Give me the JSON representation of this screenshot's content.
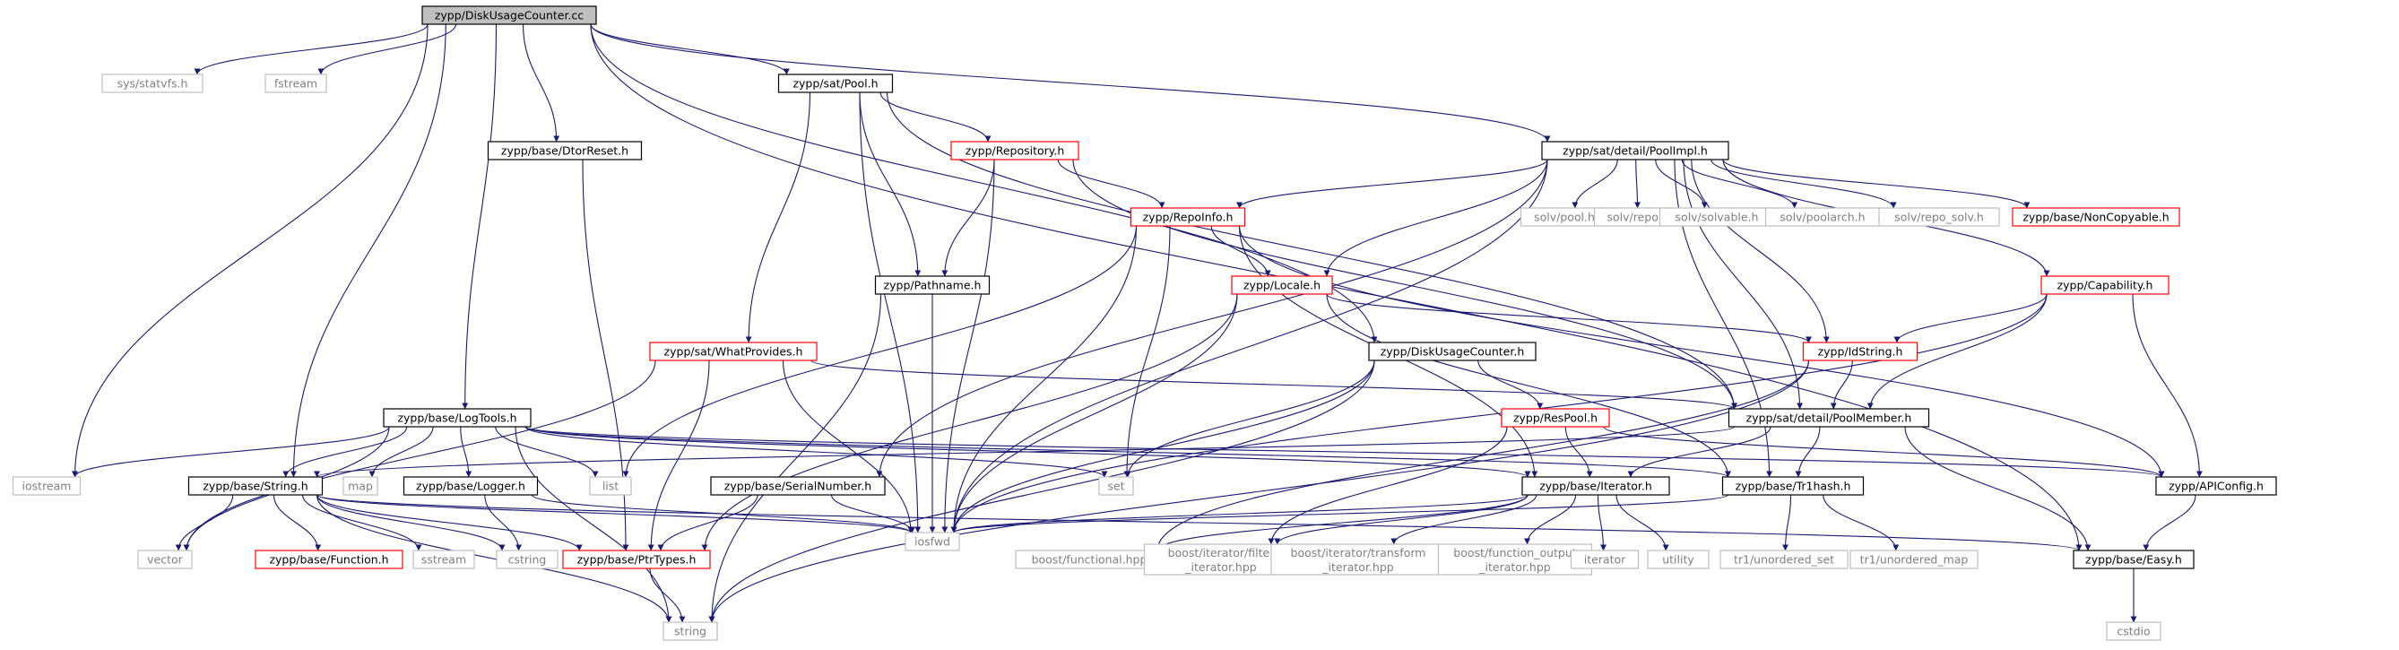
{
  "colors": {
    "root_fill": "#bfbfbf",
    "edge": "#191970",
    "link_border": "#000000",
    "truncated_border": "#ff0000",
    "external_border": "#bfbfbf",
    "external_text": "#7f7f7f",
    "text": "#000000"
  },
  "nodes": [
    {
      "id": "root",
      "label": "zypp/DiskUsageCounter.cc",
      "kind": "root"
    },
    {
      "id": "statvfs",
      "label": "sys/statvfs.h",
      "kind": "external"
    },
    {
      "id": "fstream",
      "label": "fstream",
      "kind": "external"
    },
    {
      "id": "pool",
      "label": "zypp/sat/Pool.h",
      "kind": "doc"
    },
    {
      "id": "dtorreset",
      "label": "zypp/base/DtorReset.h",
      "kind": "doc"
    },
    {
      "id": "repository",
      "label": "zypp/Repository.h",
      "kind": "truncated"
    },
    {
      "id": "poolimpl",
      "label": "zypp/sat/detail/PoolImpl.h",
      "kind": "doc"
    },
    {
      "id": "solvpool",
      "label": "solv/pool.h",
      "kind": "external"
    },
    {
      "id": "solvrepo",
      "label": "solv/repo.h",
      "kind": "external"
    },
    {
      "id": "solvsolvable",
      "label": "solv/solvable.h",
      "kind": "external"
    },
    {
      "id": "solvpoolarch",
      "label": "solv/poolarch.h",
      "kind": "external"
    },
    {
      "id": "solvrepo_solv",
      "label": "solv/repo_solv.h",
      "kind": "external"
    },
    {
      "id": "noncopyable",
      "label": "zypp/base/NonCopyable.h",
      "kind": "truncated"
    },
    {
      "id": "repoinfo",
      "label": "zypp/RepoInfo.h",
      "kind": "truncated"
    },
    {
      "id": "pathname",
      "label": "zypp/Pathname.h",
      "kind": "doc"
    },
    {
      "id": "locale",
      "label": "zypp/Locale.h",
      "kind": "truncated"
    },
    {
      "id": "capability",
      "label": "zypp/Capability.h",
      "kind": "truncated"
    },
    {
      "id": "whatprovides",
      "label": "zypp/sat/WhatProvides.h",
      "kind": "truncated"
    },
    {
      "id": "duc",
      "label": "zypp/DiskUsageCounter.h",
      "kind": "doc"
    },
    {
      "id": "idstring",
      "label": "zypp/IdString.h",
      "kind": "truncated"
    },
    {
      "id": "respool",
      "label": "zypp/ResPool.h",
      "kind": "truncated"
    },
    {
      "id": "poolmember",
      "label": "zypp/sat/detail/PoolMember.h",
      "kind": "doc"
    },
    {
      "id": "logtools",
      "label": "zypp/base/LogTools.h",
      "kind": "doc"
    },
    {
      "id": "iostream",
      "label": "iostream",
      "kind": "external"
    },
    {
      "id": "map",
      "label": "map",
      "kind": "external"
    },
    {
      "id": "list",
      "label": "list",
      "kind": "external"
    },
    {
      "id": "set",
      "label": "set",
      "kind": "external"
    },
    {
      "id": "string_h",
      "label": "zypp/base/String.h",
      "kind": "doc"
    },
    {
      "id": "logger",
      "label": "zypp/base/Logger.h",
      "kind": "doc"
    },
    {
      "id": "serialnumber",
      "label": "zypp/base/SerialNumber.h",
      "kind": "doc"
    },
    {
      "id": "iterator_h",
      "label": "zypp/base/Iterator.h",
      "kind": "doc"
    },
    {
      "id": "tr1hash",
      "label": "zypp/base/Tr1hash.h",
      "kind": "doc"
    },
    {
      "id": "apiconfig",
      "label": "zypp/APIConfig.h",
      "kind": "doc"
    },
    {
      "id": "vector",
      "label": "vector",
      "kind": "external"
    },
    {
      "id": "function",
      "label": "zypp/base/Function.h",
      "kind": "truncated"
    },
    {
      "id": "sstream",
      "label": "sstream",
      "kind": "external"
    },
    {
      "id": "cstring",
      "label": "cstring",
      "kind": "external"
    },
    {
      "id": "ptrtypes",
      "label": "zypp/base/PtrTypes.h",
      "kind": "truncated"
    },
    {
      "id": "iosfwd",
      "label": "iosfwd",
      "kind": "external"
    },
    {
      "id": "boostfunctional",
      "label": "boost/functional.hpp",
      "kind": "external"
    },
    {
      "id": "filteriter",
      "label": "boost/iterator/filter\n_iterator.hpp",
      "kind": "external"
    },
    {
      "id": "transformiter",
      "label": "boost/iterator/transform\n_iterator.hpp",
      "kind": "external"
    },
    {
      "id": "funcoutput",
      "label": "boost/function_output\n_iterator.hpp",
      "kind": "external"
    },
    {
      "id": "iterator",
      "label": "iterator",
      "kind": "external"
    },
    {
      "id": "utility",
      "label": "utility",
      "kind": "external"
    },
    {
      "id": "unordered_set",
      "label": "tr1/unordered_set",
      "kind": "external"
    },
    {
      "id": "unordered_map",
      "label": "tr1/unordered_map",
      "kind": "external"
    },
    {
      "id": "easy",
      "label": "zypp/base/Easy.h",
      "kind": "doc"
    },
    {
      "id": "cstdio",
      "label": "cstdio",
      "kind": "external"
    },
    {
      "id": "string",
      "label": "string",
      "kind": "external"
    }
  ],
  "edges": [
    [
      "root",
      "statvfs"
    ],
    [
      "root",
      "fstream"
    ],
    [
      "root",
      "pool"
    ],
    [
      "root",
      "dtorreset"
    ],
    [
      "root",
      "poolimpl"
    ],
    [
      "root",
      "duc"
    ],
    [
      "root",
      "logtools"
    ],
    [
      "root",
      "string_h"
    ],
    [
      "root",
      "iostream"
    ],
    [
      "root",
      "easy"
    ],
    [
      "pool",
      "repository"
    ],
    [
      "pool",
      "pathname"
    ],
    [
      "pool",
      "whatprovides"
    ],
    [
      "pool",
      "poolmember"
    ],
    [
      "pool",
      "iosfwd"
    ],
    [
      "dtorreset",
      "ptrtypes"
    ],
    [
      "repository",
      "repoinfo"
    ],
    [
      "repository",
      "pathname"
    ],
    [
      "repository",
      "poolmember"
    ],
    [
      "repository",
      "iosfwd"
    ],
    [
      "poolimpl",
      "solvpool"
    ],
    [
      "poolimpl",
      "solvrepo"
    ],
    [
      "poolimpl",
      "solvsolvable"
    ],
    [
      "poolimpl",
      "solvpoolarch"
    ],
    [
      "poolimpl",
      "solvrepo_solv"
    ],
    [
      "poolimpl",
      "noncopyable"
    ],
    [
      "poolimpl",
      "repoinfo"
    ],
    [
      "poolimpl",
      "locale"
    ],
    [
      "poolimpl",
      "capability"
    ],
    [
      "poolimpl",
      "idstring"
    ],
    [
      "poolimpl",
      "poolmember"
    ],
    [
      "poolimpl",
      "serialnumber"
    ],
    [
      "poolimpl",
      "tr1hash"
    ],
    [
      "poolimpl",
      "iosfwd"
    ],
    [
      "repoinfo",
      "locale"
    ],
    [
      "repoinfo",
      "list"
    ],
    [
      "repoinfo",
      "set"
    ],
    [
      "repoinfo",
      "iterator_h"
    ],
    [
      "repoinfo",
      "apiconfig"
    ],
    [
      "repoinfo",
      "iosfwd"
    ],
    [
      "pathname",
      "iosfwd"
    ],
    [
      "pathname",
      "string"
    ],
    [
      "locale",
      "idstring"
    ],
    [
      "locale",
      "tr1hash"
    ],
    [
      "locale",
      "iosfwd"
    ],
    [
      "locale",
      "ptrtypes"
    ],
    [
      "capability",
      "idstring"
    ],
    [
      "capability",
      "poolmember"
    ],
    [
      "capability",
      "apiconfig"
    ],
    [
      "capability",
      "iosfwd"
    ],
    [
      "whatprovides",
      "poolmember"
    ],
    [
      "whatprovides",
      "ptrtypes"
    ],
    [
      "whatprovides",
      "vector"
    ],
    [
      "whatprovides",
      "iosfwd"
    ],
    [
      "duc",
      "respool"
    ],
    [
      "duc",
      "set"
    ],
    [
      "duc",
      "string"
    ],
    [
      "duc",
      "iosfwd"
    ],
    [
      "idstring",
      "poolmember"
    ],
    [
      "idstring",
      "string"
    ],
    [
      "idstring",
      "boostfunctional"
    ],
    [
      "respool",
      "iterator_h"
    ],
    [
      "respool",
      "apiconfig"
    ],
    [
      "respool",
      "filteriter"
    ],
    [
      "poolmember",
      "iterator_h"
    ],
    [
      "poolmember",
      "tr1hash"
    ],
    [
      "poolmember",
      "easy"
    ],
    [
      "poolmember",
      "string_h"
    ],
    [
      "logtools",
      "iostream"
    ],
    [
      "logtools",
      "map"
    ],
    [
      "logtools",
      "list"
    ],
    [
      "logtools",
      "set"
    ],
    [
      "logtools",
      "string_h"
    ],
    [
      "logtools",
      "logger"
    ],
    [
      "logtools",
      "iterator_h"
    ],
    [
      "logtools",
      "tr1hash"
    ],
    [
      "logtools",
      "apiconfig"
    ],
    [
      "logtools",
      "vector"
    ],
    [
      "logtools",
      "string"
    ],
    [
      "string_h",
      "vector"
    ],
    [
      "string_h",
      "function"
    ],
    [
      "string_h",
      "sstream"
    ],
    [
      "string_h",
      "cstring"
    ],
    [
      "string_h",
      "ptrtypes"
    ],
    [
      "string_h",
      "iosfwd"
    ],
    [
      "string_h",
      "string"
    ],
    [
      "string_h",
      "easy"
    ],
    [
      "logger",
      "cstring"
    ],
    [
      "logger",
      "iosfwd"
    ],
    [
      "serialnumber",
      "ptrtypes"
    ],
    [
      "serialnumber",
      "iosfwd"
    ],
    [
      "iterator_h",
      "iosfwd"
    ],
    [
      "iterator_h",
      "boostfunctional"
    ],
    [
      "iterator_h",
      "filteriter"
    ],
    [
      "iterator_h",
      "transformiter"
    ],
    [
      "iterator_h",
      "funcoutput"
    ],
    [
      "iterator_h",
      "iterator"
    ],
    [
      "iterator_h",
      "utility"
    ],
    [
      "tr1hash",
      "iosfwd"
    ],
    [
      "tr1hash",
      "unordered_set"
    ],
    [
      "tr1hash",
      "unordered_map"
    ],
    [
      "apiconfig",
      "easy"
    ],
    [
      "easy",
      "cstdio"
    ],
    [
      "ptrtypes",
      "string"
    ]
  ]
}
